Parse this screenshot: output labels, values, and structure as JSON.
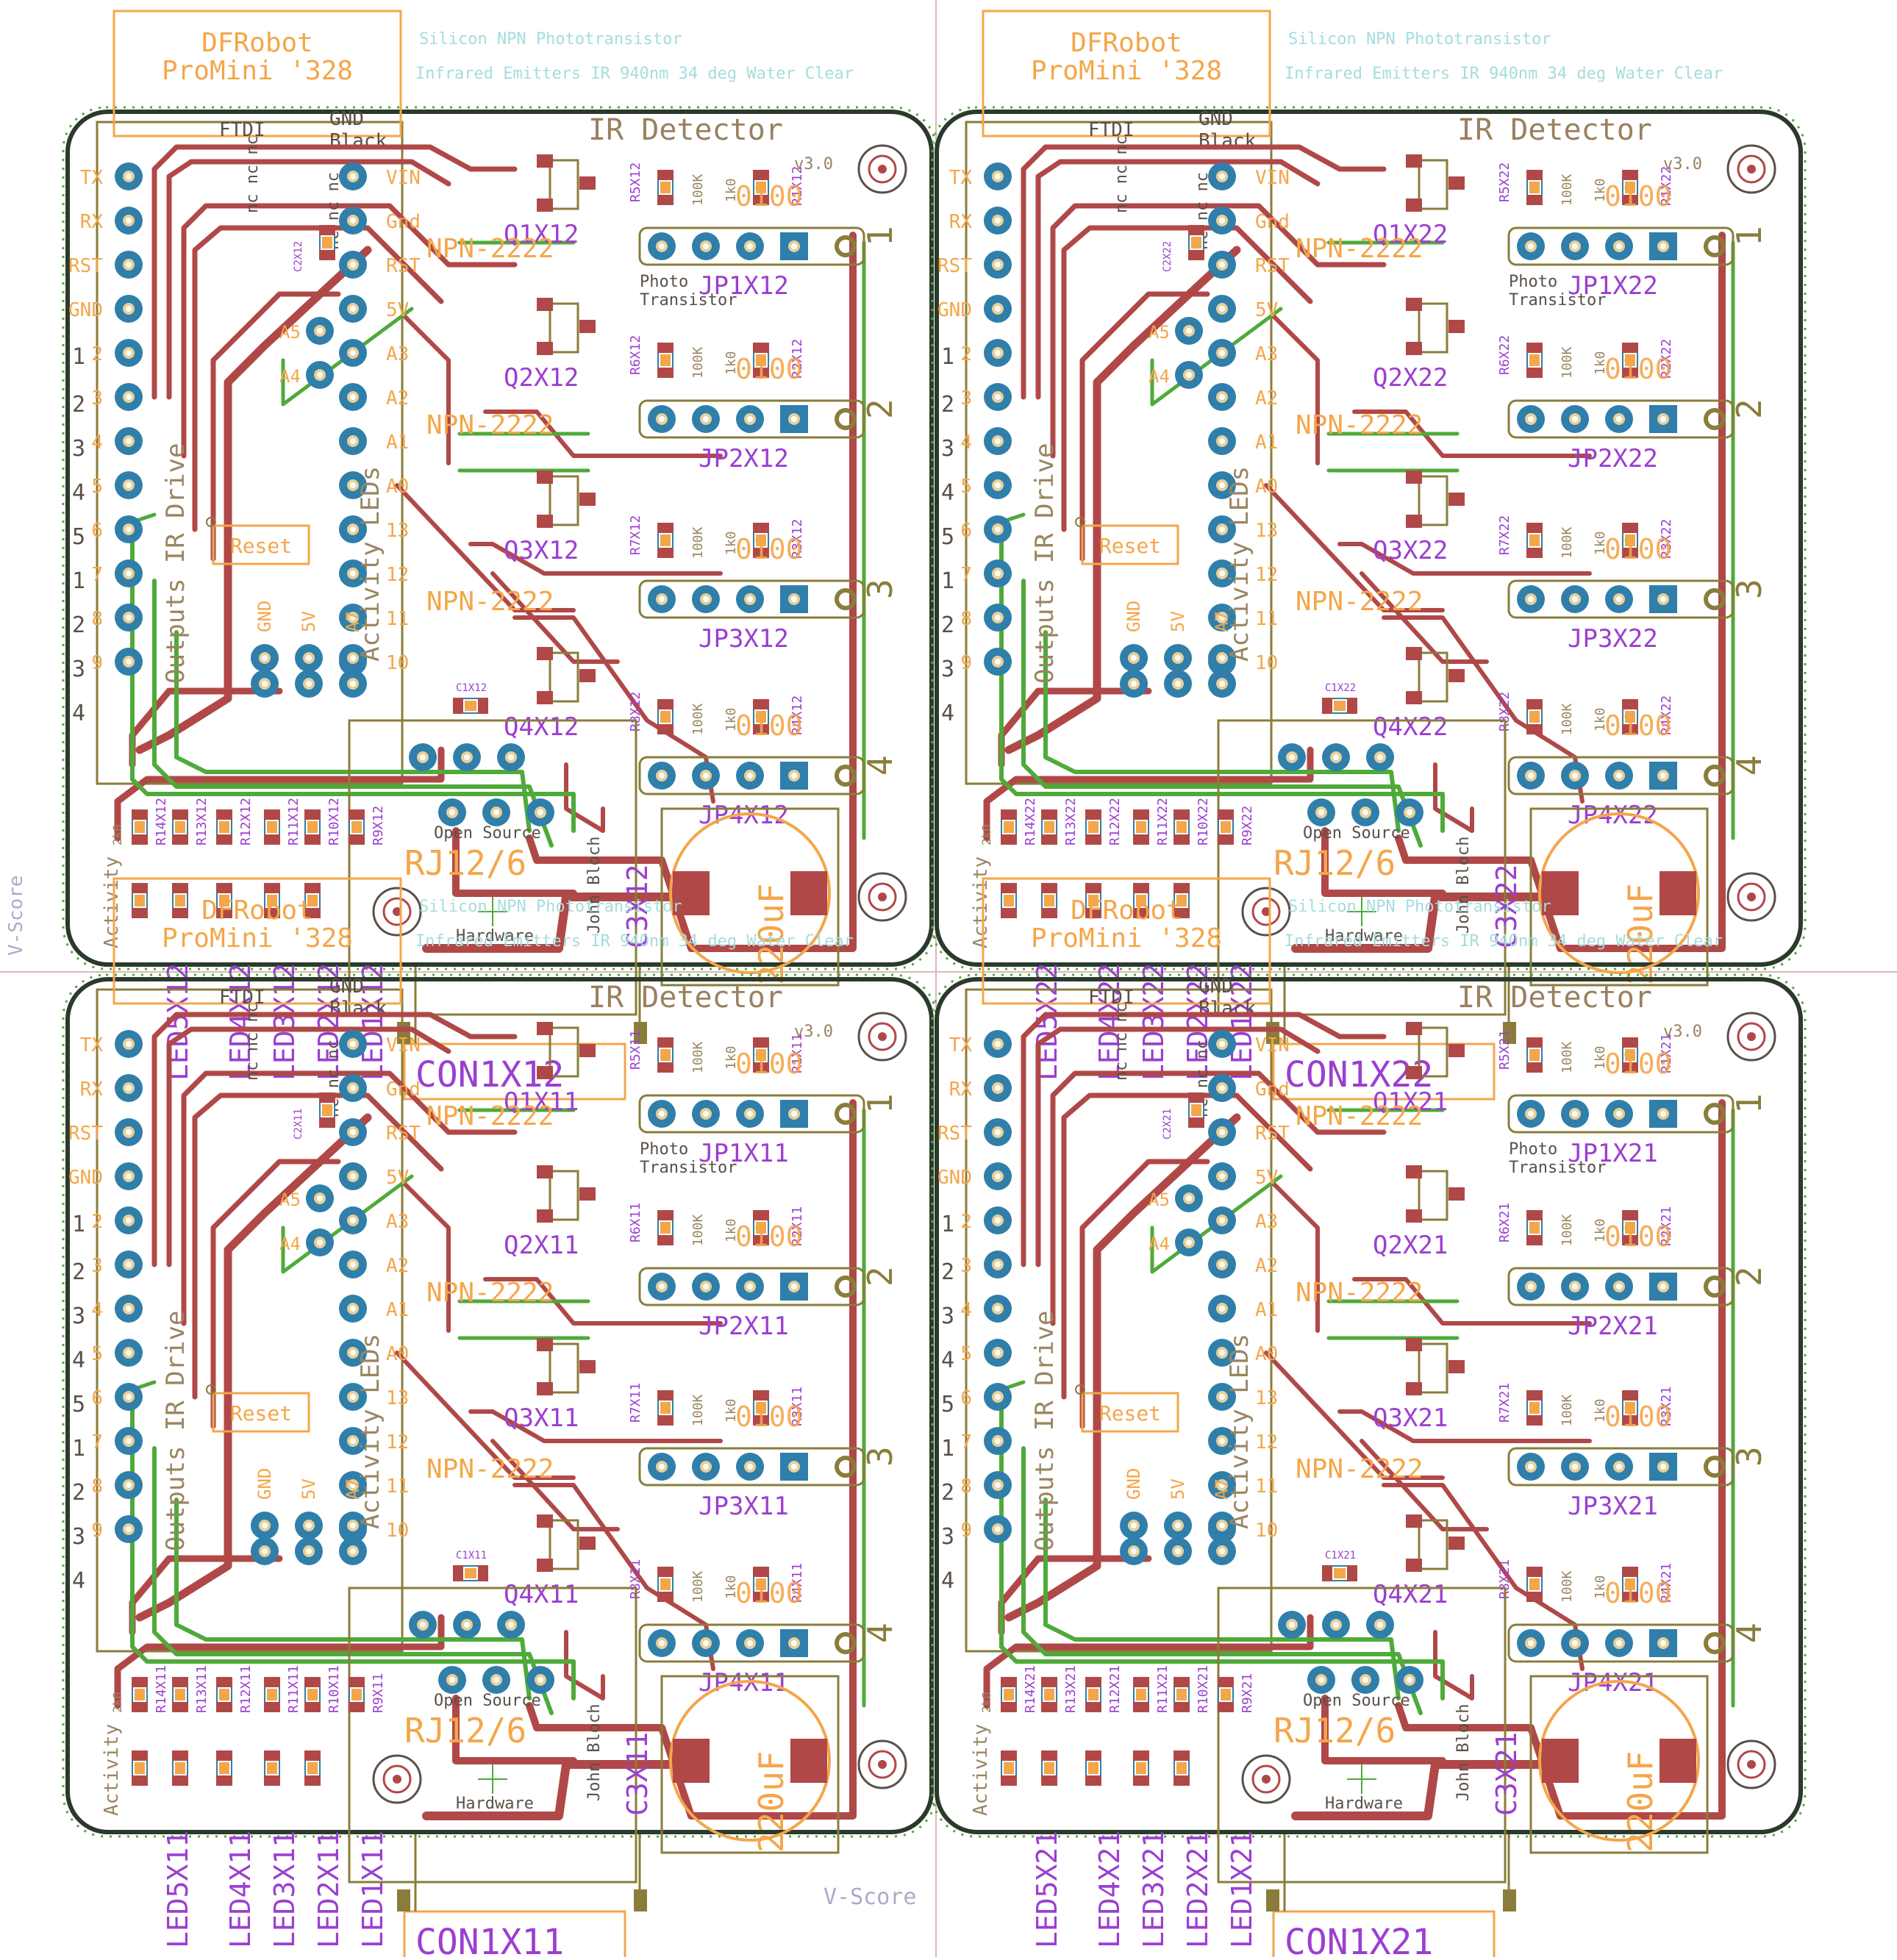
{
  "panel": {
    "module_title": [
      "DFRobot",
      "ProMini '328"
    ],
    "detector_title": "IR Detector",
    "version": "v3.0",
    "sensor_note": "Silicon NPN Phototransistor",
    "emitter_note": "Infrared Emitters IR 940nm 34 deg Water Clear",
    "header_labels": [
      "FTDI",
      "GND",
      "Black"
    ],
    "left_pins": [
      "TX",
      "RX",
      "RST",
      "GND",
      "2",
      "3",
      "4",
      "5",
      "6",
      "7",
      "8",
      "9"
    ],
    "left_sidebar": [
      "1",
      "2",
      "3",
      "4",
      "5",
      "1",
      "2",
      "3",
      "4"
    ],
    "right_pins": [
      "VIN",
      "Gnd",
      "RST",
      "5V",
      "A3",
      "A2",
      "A1",
      "A0",
      "13",
      "12",
      "11",
      "10"
    ],
    "analog_labels": [
      "A5",
      "A4"
    ],
    "bottom_pins": [
      "GND",
      "5V",
      "A7"
    ],
    "nc_labels": [
      "nc nc nc",
      "nc nc nc"
    ],
    "output_label": "Outputs IR Drive",
    "activity_label": "Activity LEDs",
    "reset_label": "Reset",
    "transistor_part": "NPN-2222",
    "photo_label": "Photo Transistor",
    "resistor_values": [
      "100K",
      "1k0"
    ],
    "jumper_numbers": [
      "1",
      "2",
      "3",
      "4"
    ],
    "connector_part": "RJ12/6",
    "open_source": "Open Source",
    "hardware": "Hardware",
    "author": "John Bloch",
    "cap_value": "220uF",
    "activity_side": "Activity",
    "rled_values": [
      "2k0",
      "2k0"
    ]
  },
  "boards": [
    {
      "suffix": "X12",
      "connector": "CON1X12",
      "transistors": [
        "Q1X12",
        "Q2X12",
        "Q3X12",
        "Q4X12"
      ],
      "jumpers": [
        "JP1X12",
        "JP2X12",
        "JP3X12",
        "JP4X12"
      ],
      "cap": "C3X12",
      "cap_small": [
        "C1X12",
        "C2X12"
      ],
      "resistors_left": [
        "R5X12",
        "R6X12",
        "R7X12",
        "R8X12"
      ],
      "resistors_right": [
        "R1X12",
        "R2X12",
        "R3X12",
        "R4X12"
      ],
      "led_resistors": [
        "R14X12",
        "R13X12",
        "R12X12",
        "R11X12",
        "R10X12",
        "R9X12"
      ],
      "leds": [
        "LED5X12",
        "LED4X12",
        "LED3X12",
        "LED2X12",
        "LED1X12"
      ]
    },
    {
      "suffix": "X22",
      "connector": "CON1X22",
      "transistors": [
        "Q1X22",
        "Q2X22",
        "Q3X22",
        "Q4X22"
      ],
      "jumpers": [
        "JP1X22",
        "JP2X22",
        "JP3X22",
        "JP4X22"
      ],
      "cap": "C3X22",
      "cap_small": [
        "C1X22",
        "C2X22"
      ],
      "resistors_left": [
        "R5X22",
        "R6X22",
        "R7X22",
        "R8X22"
      ],
      "resistors_right": [
        "R1X22",
        "R2X22",
        "R3X22",
        "R4X22"
      ],
      "led_resistors": [
        "R14X22",
        "R13X22",
        "R12X22",
        "R11X22",
        "R10X22",
        "R9X22"
      ],
      "leds": [
        "LED5X22",
        "LED4X22",
        "LED3X22",
        "LED2X22",
        "LED1X22"
      ]
    },
    {
      "suffix": "X11",
      "connector": "CON1X11",
      "transistors": [
        "Q1X11",
        "Q2X11",
        "Q3X11",
        "Q4X11"
      ],
      "jumpers": [
        "JP1X11",
        "JP2X11",
        "JP3X11",
        "JP4X11"
      ],
      "cap": "C3X11",
      "cap_small": [
        "C1X11",
        "C2X11"
      ],
      "resistors_left": [
        "R5X11",
        "R6X11",
        "R7X11",
        "R8X11"
      ],
      "resistors_right": [
        "R1X11",
        "R2X11",
        "R3X11",
        "R4X11"
      ],
      "led_resistors": [
        "R14X11",
        "R13X11",
        "R12X11",
        "R11X11",
        "R10X11",
        "R9X11"
      ],
      "leds": [
        "LED5X11",
        "LED4X11",
        "LED3X11",
        "LED2X11",
        "LED1X11"
      ]
    },
    {
      "suffix": "X21",
      "connector": "CON1X21",
      "transistors": [
        "Q1X21",
        "Q2X21",
        "Q3X21",
        "Q4X21"
      ],
      "jumpers": [
        "JP1X21",
        "JP2X21",
        "JP3X21",
        "JP4X21"
      ],
      "cap": "C3X21",
      "cap_small": [
        "C1X21",
        "C2X21"
      ],
      "resistors_left": [
        "R5X21",
        "R6X21",
        "R7X21",
        "R8X21"
      ],
      "resistors_right": [
        "R1X21",
        "R2X21",
        "R3X21",
        "R4X21"
      ],
      "led_resistors": [
        "R14X21",
        "R13X21",
        "R12X21",
        "R11X21",
        "R10X21",
        "R9X21"
      ],
      "leds": [
        "LED5X21",
        "LED4X21",
        "LED3X21",
        "LED2X21",
        "LED1X21"
      ]
    }
  ],
  "vscore_label": "V-Score",
  "colors": {
    "trace_top": "#b04848",
    "trace_bottom": "#4faa3a",
    "pad": "#2f7faa",
    "silk": "#f4a64a",
    "names": "#9b3fd0",
    "outline": "#2b3a2b",
    "doc": "#a6dcdc",
    "package": "#8a7d3a"
  }
}
